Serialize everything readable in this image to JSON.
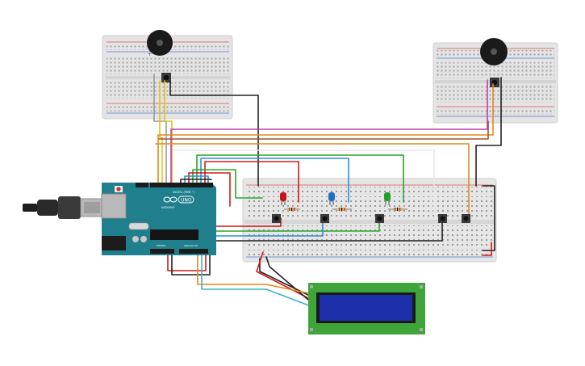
{
  "arduino": {
    "logo_text": "UNO",
    "brand_text": "ARDUINO",
    "digital_header_label": "DIGITAL (PWM ~)",
    "power_header_label": "POWER",
    "analog_header_label": "ANALOG IN"
  },
  "leds": [
    {
      "color": "#c8121a"
    },
    {
      "color": "#1f6fc6"
    },
    {
      "color": "#1fa12a"
    }
  ],
  "wire_colors": {
    "red": "#d11a1a",
    "black": "#222222",
    "yellow": "#e7c21a",
    "orange": "#e08a1c",
    "green": "#2aa52a",
    "blue": "#2b8fd6",
    "magenta": "#c23cb8",
    "gray": "#9a9a9a",
    "white": "#e8e8e8",
    "brown": "#a0522d",
    "teal": "#3fb3c9"
  },
  "lcd": {
    "screen_color": "#1c2fa8",
    "board_color": "#3fa53a"
  }
}
